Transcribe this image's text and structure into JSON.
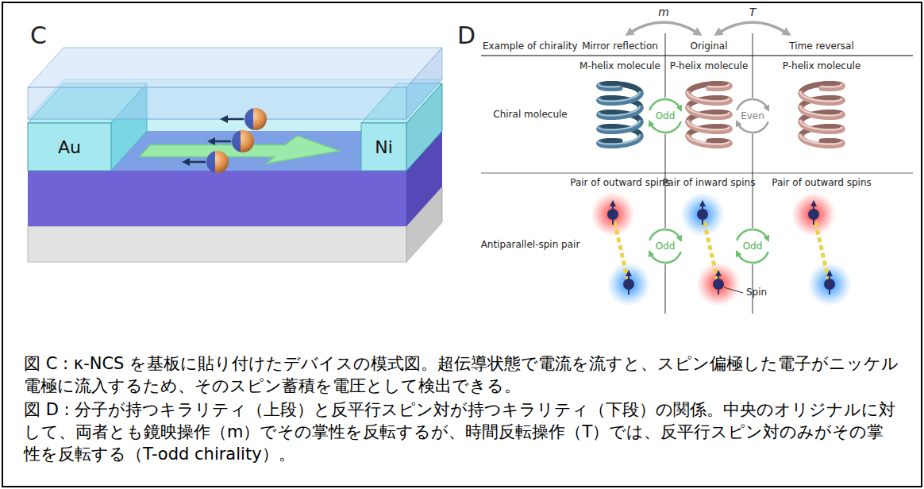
{
  "diagram": {
    "caption": "図 C : κ-NCS を基板に貼り付けたデバイスの模式図。超伝導状態で電流を流すと、スピン偏極した電子がニッケル電極に流入するため、そのスピン蓄積を電圧として検出できる。",
    "nodes": [
      {
        "text": [
          "Au"
        ]
      },
      {
        "text": [
          "Ni"
        ]
      },
      {
        "text": [
          "Odd"
        ]
      },
      {
        "text": [
          "Even"
        ]
      },
      {
        "text": [
          "Odd"
        ]
      },
      {
        "text": [
          "Odd"
        ]
      }
    ],
    "labels": [
      "C",
      "D",
      "m",
      "T",
      "Example of chirality",
      "Mirror reflection",
      "Original",
      "Time reversal",
      "Chiral molecule",
      "M-helix molecule",
      "P-helix molecule",
      "P-helix molecule",
      "Antiparallel-spin pair",
      "Pair of outward spins",
      "Pair of inward spins",
      "Pair of outward spins",
      "Spin",
      "図 D : 分子が持つキラリティ（上段）と反平行スピン対が持つキラリティ（下段）の関係。中央のオリジナルに対して、両者とも鏡映操作（m）でその掌性を反転するが、時間反転操作（T）では、反平行スピン対のみがその掌性を反転する（T-odd chirality）。"
    ]
  }
}
